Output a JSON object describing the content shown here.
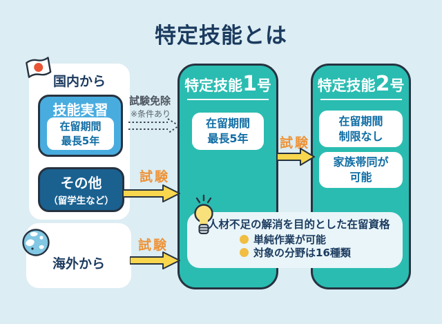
{
  "title": "特定技能とは",
  "domestic_panel": {
    "label": "国内から",
    "ginou_box": {
      "title": "技能実習",
      "detail_line1": "在留期間",
      "detail_line2": "最長5年"
    },
    "sonota_box": {
      "title": "その他",
      "subtitle": "（留学生など）"
    }
  },
  "overseas_panel": {
    "label": "海外から"
  },
  "exemption": {
    "label": "試験免除",
    "note": "※条件あり"
  },
  "exam_label": "試験",
  "column1": {
    "title_prefix": "特定技能",
    "title_number": "1",
    "title_suffix": "号",
    "box1_line1": "在留期間",
    "box1_line2": "最長5年"
  },
  "column2": {
    "title_prefix": "特定技能",
    "title_number": "2",
    "title_suffix": "号",
    "box1_line1": "在留期間",
    "box1_line2": "制限なし",
    "box2_line1": "家族帯同が",
    "box2_line2": "可能"
  },
  "insight": {
    "headline": "人材不足の解消を目的とした在留資格",
    "bullets": [
      "単純作業が可能",
      "対象の分野は16種類"
    ]
  },
  "colors": {
    "background": "#dcedf3",
    "navy_text": "#1b3a5e",
    "outline": "#263240",
    "teal": "#2abcb1",
    "light_blue": "#49acdf",
    "dark_blue": "#1a6190",
    "blue_text": "#0e6ca3",
    "orange": "#ee9338",
    "arrow_yellow": "#f8d64e",
    "bullet_yellow": "#f1bd42",
    "insight_bg": "#e9f5f9"
  }
}
